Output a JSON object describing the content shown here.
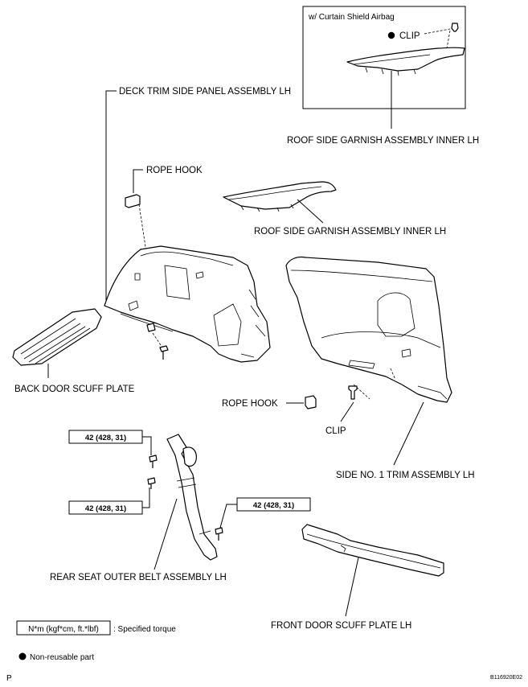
{
  "inset": {
    "title": "w/ Curtain Shield Airbag",
    "clip_label": "CLIP",
    "garnish_label": "ROOF SIDE GARNISH ASSEMBLY INNER LH"
  },
  "labels": {
    "deck_trim": "DECK TRIM SIDE PANEL ASSEMBLY LH",
    "rope_hook_top": "ROPE HOOK",
    "roof_garnish": "ROOF SIDE GARNISH ASSEMBLY INNER LH",
    "back_door_scuff": "BACK DOOR SCUFF PLATE",
    "rope_hook_mid": "ROPE HOOK",
    "clip": "CLIP",
    "side_trim": "SIDE NO. 1 TRIM ASSEMBLY LH",
    "belt": "REAR SEAT OUTER BELT ASSEMBLY LH",
    "front_scuff": "FRONT DOOR SCUFF PLATE LH"
  },
  "torque": {
    "t1": "42 (428, 31)",
    "t2": "42 (428, 31)",
    "t3": "42 (428, 31)"
  },
  "legend": {
    "unit": "N*m (kgf*cm, ft.*lbf)",
    "unit_desc": ": Specified torque",
    "nonreusable": "Non-reusable part"
  },
  "footer": {
    "left": "P",
    "code": "B116920E02"
  }
}
